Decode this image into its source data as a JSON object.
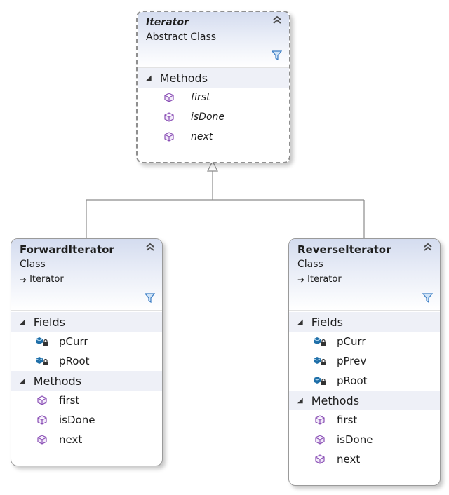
{
  "classes": {
    "iterator": {
      "name": "Iterator",
      "stereotype": "Abstract Class",
      "sections": {
        "methods": {
          "title": "Methods",
          "items": [
            "first",
            "isDone",
            "next"
          ]
        }
      }
    },
    "forward": {
      "name": "ForwardIterator",
      "stereotype": "Class",
      "base": "Iterator",
      "sections": {
        "fields": {
          "title": "Fields",
          "items": [
            "pCurr",
            "pRoot"
          ]
        },
        "methods": {
          "title": "Methods",
          "items": [
            "first",
            "isDone",
            "next"
          ]
        }
      }
    },
    "reverse": {
      "name": "ReverseIterator",
      "stereotype": "Class",
      "base": "Iterator",
      "sections": {
        "fields": {
          "title": "Fields",
          "items": [
            "pCurr",
            "pPrev",
            "pRoot"
          ]
        },
        "methods": {
          "title": "Methods",
          "items": [
            "first",
            "isDone",
            "next"
          ]
        }
      }
    }
  },
  "icons": {
    "method": "method-cube-icon",
    "field": "private-field-icon",
    "collapse": "chevron-double-up-icon",
    "filter": "filter-icon",
    "expand": "triangle-down-icon",
    "base": "inheritance-arrow-icon"
  },
  "colors": {
    "header_gradient_top": "#d4dcef",
    "section_header": "#eef0f7",
    "method_icon": "#8a4fb5",
    "field_icon": "#1f6fa8",
    "connector": "#8c8c8c"
  }
}
